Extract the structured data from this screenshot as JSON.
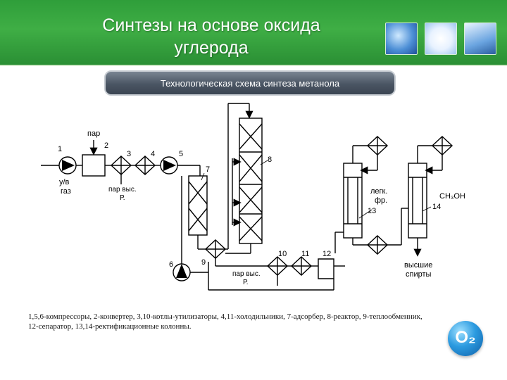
{
  "header": {
    "title_line1": "Синтезы на основе оксида",
    "title_line2": "углерода"
  },
  "subtitle": "Технологическая схема синтеза метанола",
  "diagram": {
    "labels": {
      "steam_top": "пар",
      "gas_line1": "у/в",
      "gas_line2": "газ",
      "steam_hp_left_line1": "пар выс.",
      "steam_hp_left_line2": "Р.",
      "steam_hp_bottom_line1": "пар выс.",
      "steam_hp_bottom_line2": "Р.",
      "light_fr_line1": "легк.",
      "light_fr_line2": "фр.",
      "methanol": "СН₃ОН",
      "higher_alc_line1": "высшие",
      "higher_alc_line2": "спирты"
    },
    "numbers": [
      "1",
      "2",
      "3",
      "4",
      "5",
      "6",
      "7",
      "8",
      "9",
      "10",
      "11",
      "12",
      "13",
      "14"
    ]
  },
  "caption_line1": "1,5,6-компрессоры, 2-конвертер, 3,10-котлы-утилизаторы, 4,11-холодильники, 7-адсорбер, 8-реактор, 9-теплообменник,",
  "caption_line2": "12-сепаратор, 13,14-ректификационные колонны.",
  "logo_text": "O₂",
  "colors": {
    "header_green": "#3fae45",
    "subtitle_gray": "#4a5563",
    "logo_blue": "#2c9be0"
  }
}
